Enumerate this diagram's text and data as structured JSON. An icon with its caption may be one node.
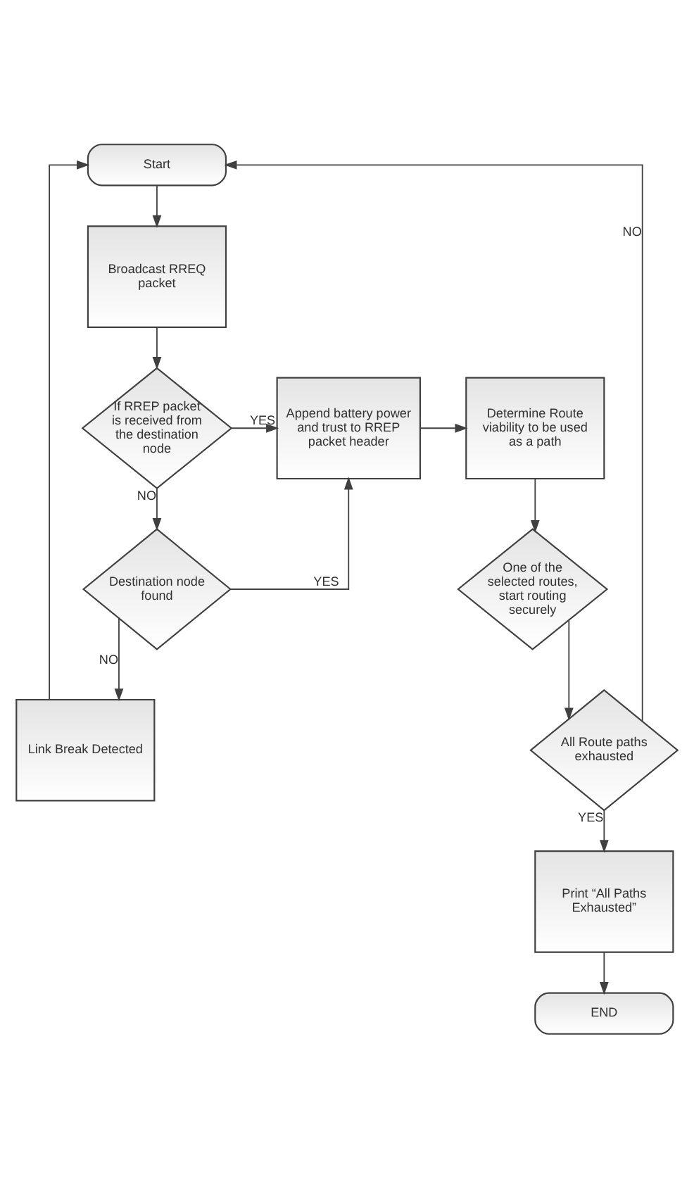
{
  "diagram": {
    "nodes": [
      {
        "text": [
          "Start"
        ]
      },
      {
        "text": [
          "Broadcast RREQ packet"
        ]
      },
      {
        "text": [
          "If RREP packet is received from the destination node"
        ]
      },
      {
        "text": [
          "Append battery power and trust to RREP packet header"
        ]
      },
      {
        "text": [
          "Determine Route viability to be used as a path"
        ]
      },
      {
        "text": [
          "Destination node found"
        ]
      },
      {
        "text": [
          "One of the selected routes, start routing securely"
        ]
      },
      {
        "text": [
          "Link Break Detected"
        ]
      },
      {
        "text": [
          "All Route paths exhausted"
        ]
      },
      {
        "text": [
          "Print “All Paths Exhausted”"
        ]
      },
      {
        "text": [
          "END"
        ]
      }
    ],
    "edges": [
      {
        "from": 0,
        "to": 1,
        "arrow": "to"
      },
      {
        "from": 1,
        "to": 2,
        "arrow": "to"
      },
      {
        "from": 2,
        "to": 3,
        "arrow": "to",
        "label": "YES"
      },
      {
        "from": 3,
        "to": 4,
        "arrow": "to"
      },
      {
        "from": 2,
        "to": 5,
        "arrow": "to",
        "label": "NO"
      },
      {
        "from": 5,
        "to": 3,
        "arrow": "to",
        "label": "YES"
      },
      {
        "from": 4,
        "to": 6,
        "arrow": "to"
      },
      {
        "from": 5,
        "to": 7,
        "arrow": "to",
        "label": "NO"
      },
      {
        "from": 7,
        "to": 0,
        "arrow": "to"
      },
      {
        "from": 6,
        "to": 8,
        "arrow": "to"
      },
      {
        "from": 8,
        "to": 0,
        "arrow": "to",
        "label": "NO"
      },
      {
        "from": 8,
        "to": 9,
        "arrow": "to",
        "label": "YES"
      },
      {
        "from": 9,
        "to": 10,
        "arrow": "to"
      }
    ]
  }
}
